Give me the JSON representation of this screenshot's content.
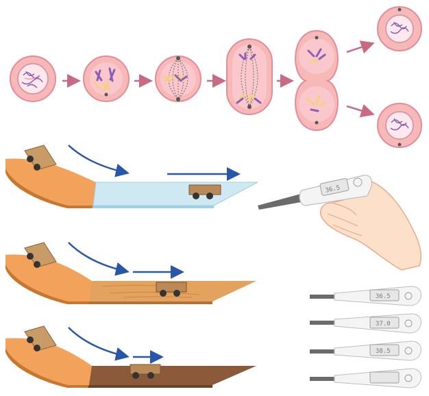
{
  "colors": {
    "cell_outer": "#f7b8b8",
    "cell_inner": "#f4a0a8",
    "cell_stroke": "#e58b96",
    "chromosome_purple": "#8a5fb8",
    "chromosome_yellow": "#f2d27a",
    "arrow_pink": "#c96a84",
    "arrow_blue": "#2856a8",
    "ramp_orange": "#f2a25a",
    "ramp_light": "#f7c891",
    "glass": "#cfe9f3",
    "wood": "#e3a25d",
    "soil": "#8a5a3a",
    "car": "#b98a57",
    "wheel": "#333333",
    "skin": "#fde0c9",
    "thermo_body": "#f4f4f4",
    "thermo_probe": "#6b6b6b"
  },
  "icons": {
    "mitosis": "cell-division-icon",
    "ramp": "ramp-icon",
    "car": "toy-car-icon",
    "hand": "hand-icon",
    "thermometer": "digital-thermometer-icon"
  },
  "thermometer_readings": {
    "in_hand": "36.5",
    "row1": "36.5",
    "row2": "37.0",
    "row3": "38.5",
    "row4": "     "
  }
}
